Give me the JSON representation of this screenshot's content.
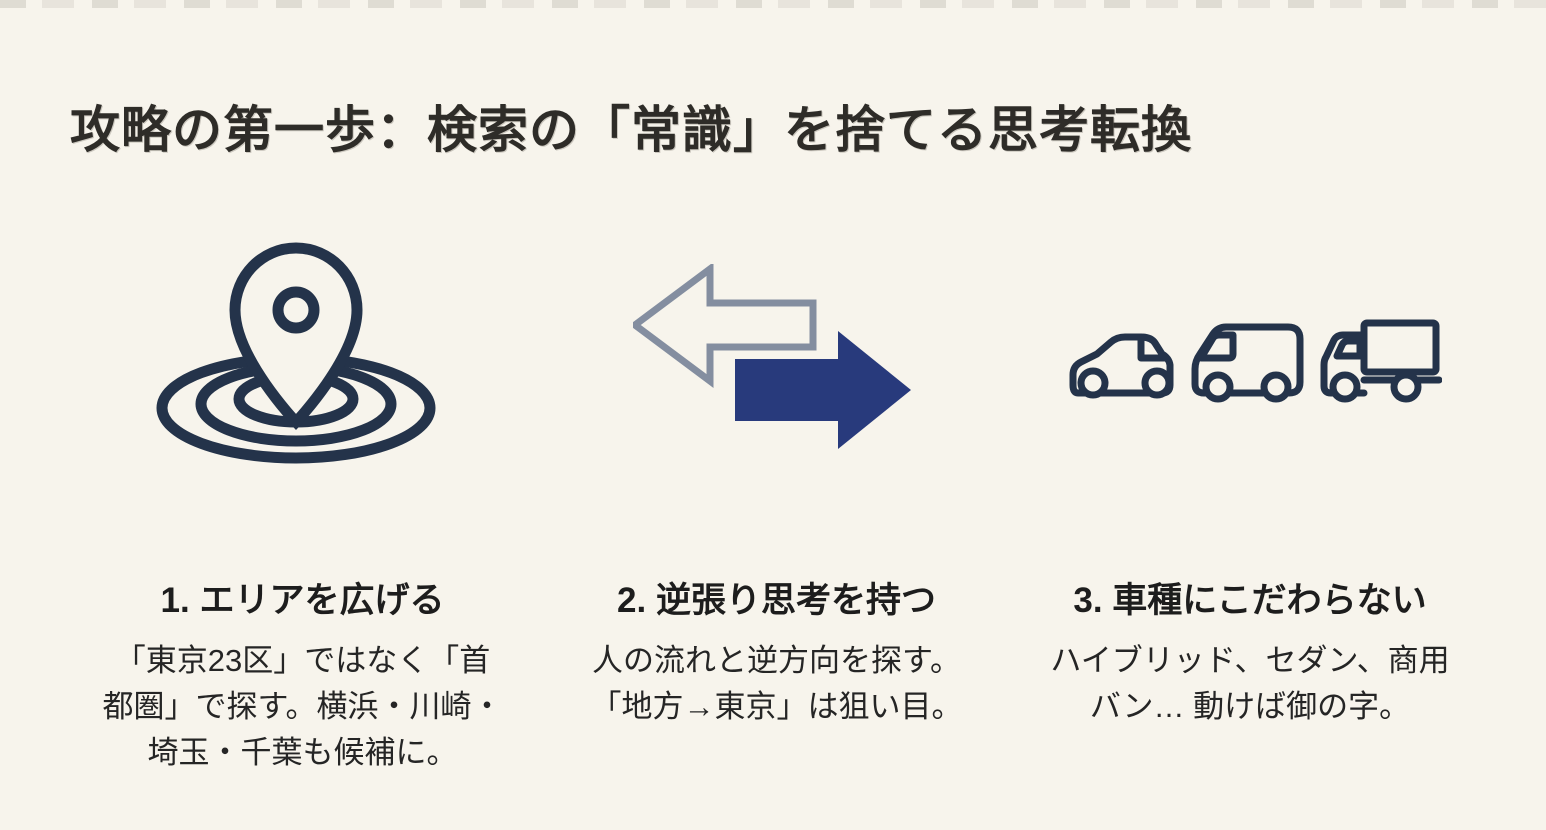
{
  "page": {
    "title": "攻略の第一歩：検索の「常識」を捨てる思考転換",
    "background_color": "#f7f4ec",
    "title_color": "#2e2c28"
  },
  "colors": {
    "icon_navy": "#24334a",
    "arrow_outline_gray": "#848ea0",
    "arrow_fill_navy": "#283a7c",
    "heading_text": "#1d1d1d",
    "body_text": "#252525"
  },
  "columns": [
    {
      "icon": "map-pin-radius-icon",
      "heading": "1. エリアを広げる",
      "body_lines": {
        "0": "「東京23区」ではなく「首",
        "1": "都圏」で探す。横浜・川崎・",
        "2": "埼玉・千葉も候補に。"
      }
    },
    {
      "icon": "swap-direction-arrows-icon",
      "heading": "2. 逆張り思考を持つ",
      "body_lines": {
        "0": "人の流れと逆方向を探す。",
        "1": "「地方→東京」は狙い目。"
      }
    },
    {
      "icon": "vehicle-types-icon",
      "heading": "3. 車種にこだわらない",
      "body_lines": {
        "0": "ハイブリッド、セダン、商用",
        "1": "バン… 動けば御の字。"
      }
    }
  ]
}
